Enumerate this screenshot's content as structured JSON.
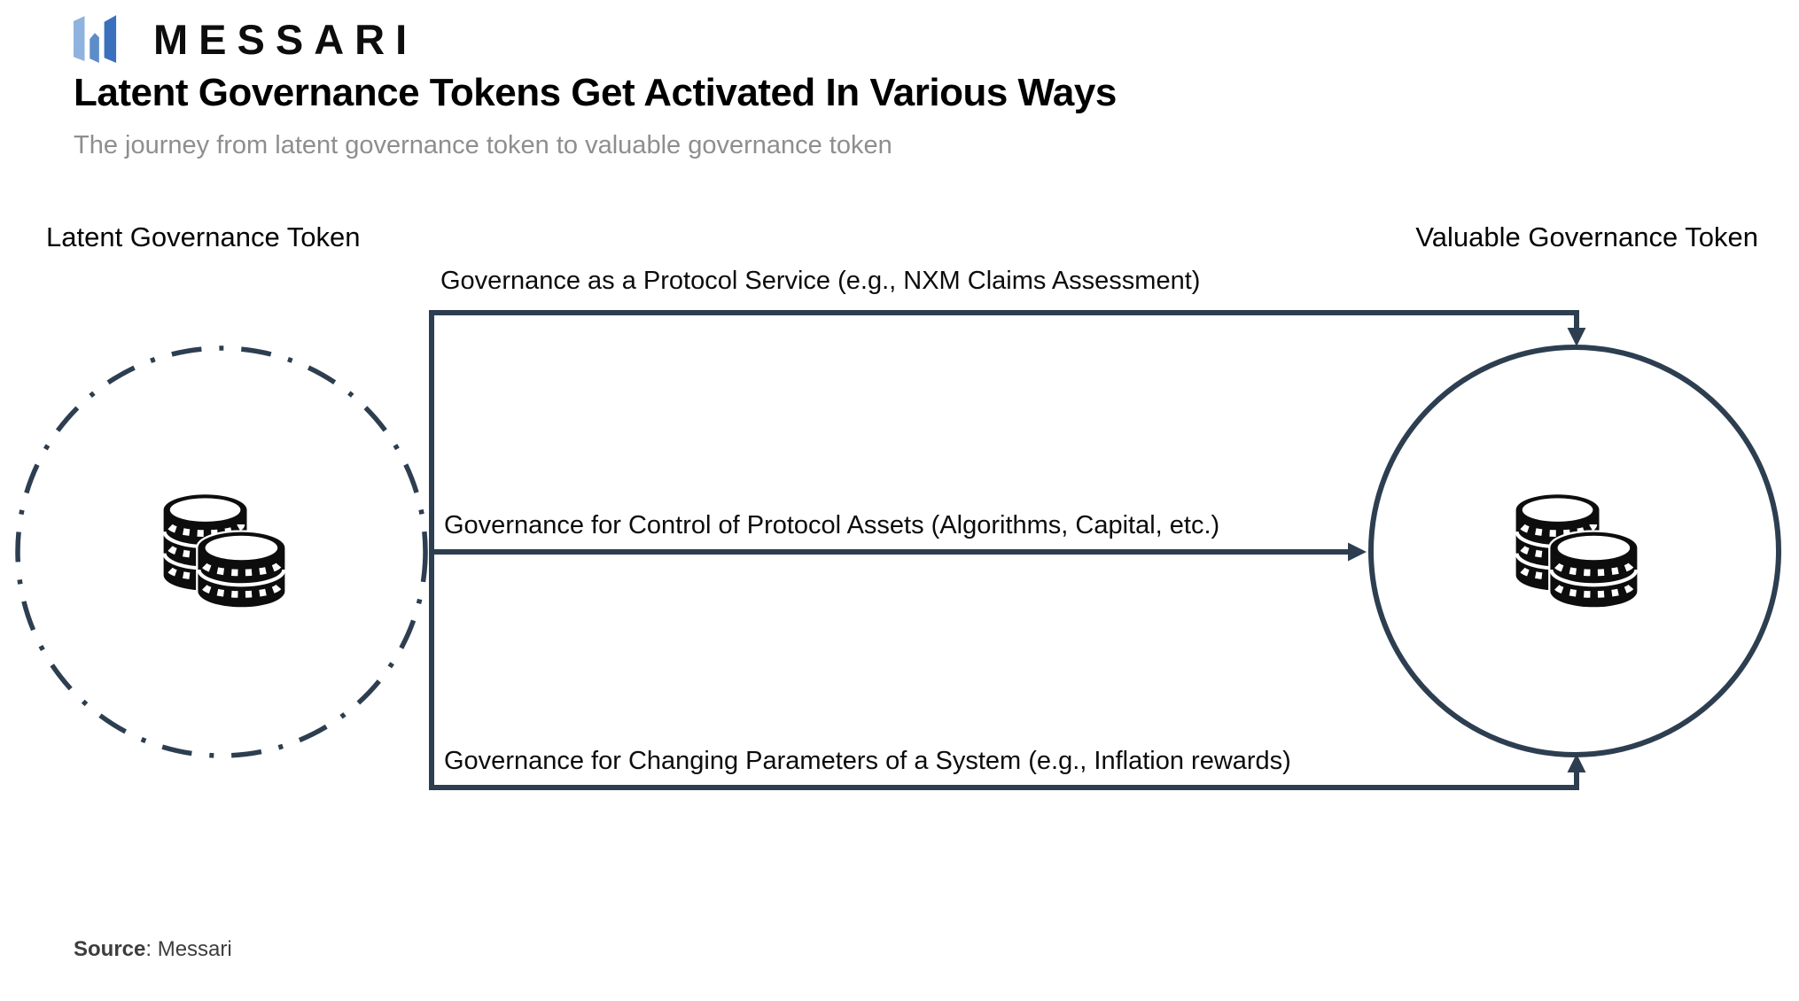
{
  "brand": {
    "logo_text": "MESSARI"
  },
  "header": {
    "title": "Latent Governance Tokens Get Activated In Various Ways",
    "subtitle": "The journey from latent governance token to valuable governance token"
  },
  "diagram": {
    "left_node": {
      "label": "Latent Governance Token",
      "style": "dash-dot-circle",
      "icon": "stacked-coins"
    },
    "right_node": {
      "label": "Valuable Governance Token",
      "style": "solid-circle",
      "icon": "stacked-coins"
    },
    "arrows": [
      {
        "label": "Governance as a Protocol Service (e.g., NXM Claims Assessment)",
        "route": "top"
      },
      {
        "label": "Governance for Control of Protocol Assets (Algorithms, Capital, etc.)",
        "route": "middle"
      },
      {
        "label": "Governance for Changing Parameters of a System (e.g., Inflation rewards)",
        "route": "bottom"
      }
    ]
  },
  "icons": {
    "coins": "stacked-coins"
  },
  "footer": {
    "source_label": "Source",
    "source_rest": ": Messari"
  },
  "colors": {
    "background": "#ffffff",
    "line": "#2d3e50",
    "ink": "#0d0d0d",
    "title": "#000000",
    "subtitle": "#8e8e8e",
    "source": "#3d3d3d",
    "logo_blue_light": "#8fb3de",
    "logo_blue_mid": "#5c8dc9",
    "logo_blue_dark": "#3a70bd"
  }
}
